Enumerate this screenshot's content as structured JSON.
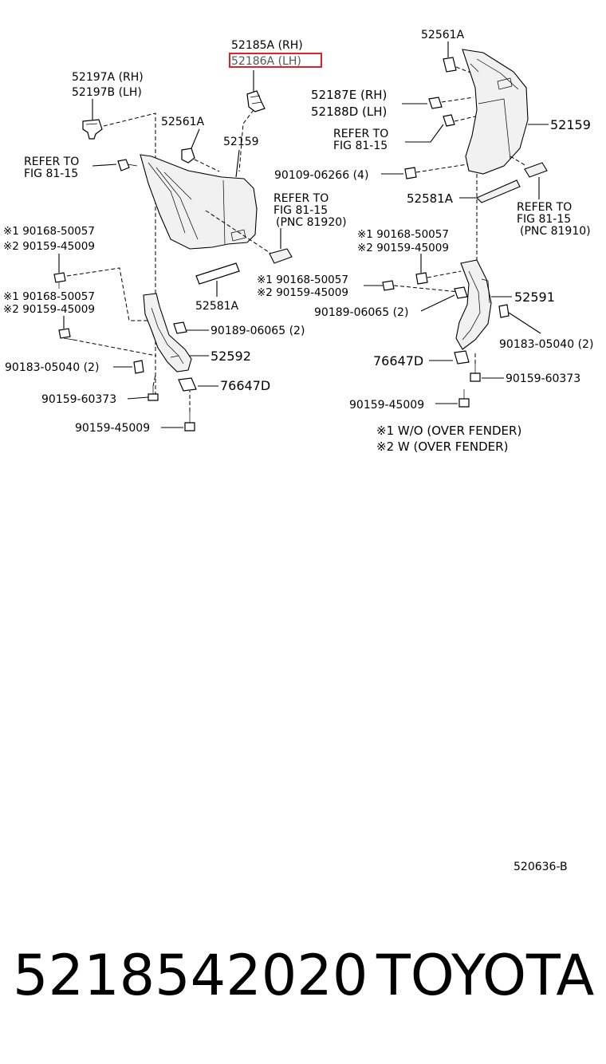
{
  "labels": {
    "p52185a_rh": "52185A (RH)",
    "p52186a_lh": "52186A (LH)",
    "p52197a_rh": "52197A (RH)",
    "p52197b_lh": "52197B (LH)",
    "p52561a_left": "52561A",
    "p52159_left": "52159",
    "refer_left_1": "REFER TO",
    "refer_left_2": "FIG 81-15",
    "refer_mid_1": "REFER TO",
    "refer_mid_2": "FIG 81-15",
    "refer_mid_3": "(PNC 81920)",
    "p52581a_left": "52581A",
    "star1_left_top": "※1 90168-50057",
    "star2_left_top": "※2 90159-45009",
    "star1_left_mid": "※1 90168-50057",
    "star2_left_mid": "※2 90159-45009",
    "p90189_left": "90189-06065 (2)",
    "p52592": "52592",
    "p90183_left": "90183-05040 (2)",
    "p90159_60373_left": "90159-60373",
    "p76647d_left": "76647D",
    "p90159_45009_left": "90159-45009",
    "p52561a_right": "52561A",
    "p52187e_rh": "52187E (RH)",
    "p52188d_lh": "52188D (LH)",
    "refer_right_1": "REFER TO",
    "refer_right_2": "FIG 81-15",
    "p52159_right": "52159",
    "p90109": "90109-06266 (4)",
    "p52581a_right": "52581A",
    "refer_far_1": "REFER TO",
    "refer_far_2": "FIG 81-15",
    "refer_far_3": "(PNC 81910)",
    "star1_right": "※1 90168-50057",
    "star2_right": "※2 90159-45009",
    "star1_center": "※1 90168-50057",
    "star2_center": "※2 90159-45009",
    "p90189_right": "90189-06065 (2)",
    "p52591": "52591",
    "p90183_right": "90183-05040 (2)",
    "p76647d_right": "76647D",
    "p90159_60373_right": "90159-60373",
    "p90159_45009_right": "90159-45009",
    "note1": "※1 W/O (OVER FENDER)",
    "note2": "※2 W (OVER FENDER)",
    "drawing_code": "520636-B"
  },
  "footer": {
    "part_number": "5218542020",
    "brand": "TOYOTA"
  },
  "highlight": {
    "color": "#e0202a",
    "highlighted_label": "52186A (LH)"
  }
}
